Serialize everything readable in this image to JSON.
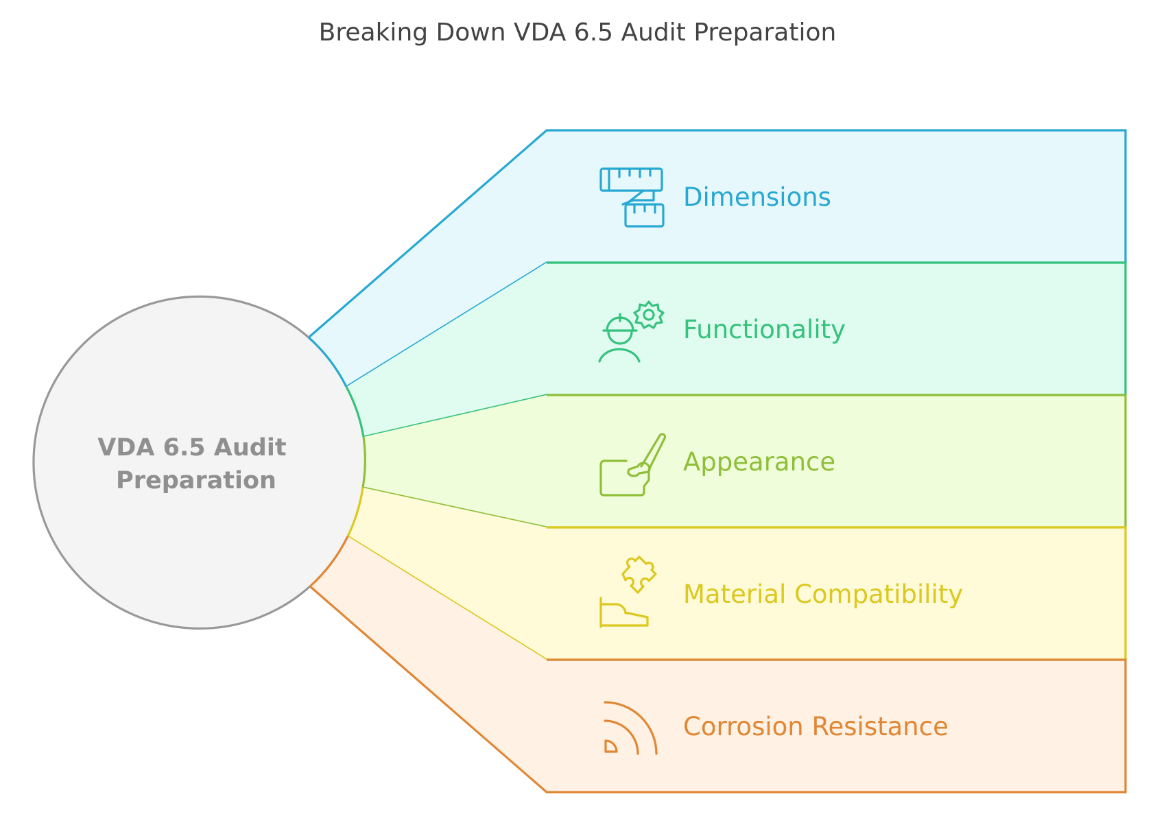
{
  "title": "Breaking Down VDA 6.5 Audit Preparation",
  "center": {
    "lines": [
      "VDA 6.5 Audit",
      "Preparation"
    ],
    "fill": "#f4f4f4",
    "stroke": "#999999"
  },
  "branches": [
    {
      "id": "dimensions",
      "label": "Dimensions",
      "icon": "measuring-tape-icon",
      "color": "#27a8d3",
      "fill": "#e6f8fc"
    },
    {
      "id": "functionality",
      "label": "Functionality",
      "icon": "engineer-gear-icon",
      "color": "#34c27c",
      "fill": "#e0fbf0"
    },
    {
      "id": "appearance",
      "label": "Appearance",
      "icon": "paintbrush-canvas-icon",
      "color": "#8fbf3a",
      "fill": "#f0fdda"
    },
    {
      "id": "material-compatibility",
      "label": "Material Compatibility",
      "icon": "puzzle-hand-icon",
      "color": "#dcc81e",
      "fill": "#fffad8"
    },
    {
      "id": "corrosion-resistance",
      "label": "Corrosion Resistance",
      "icon": "signal-arcs-icon",
      "color": "#e08735",
      "fill": "#fff1e3"
    }
  ]
}
